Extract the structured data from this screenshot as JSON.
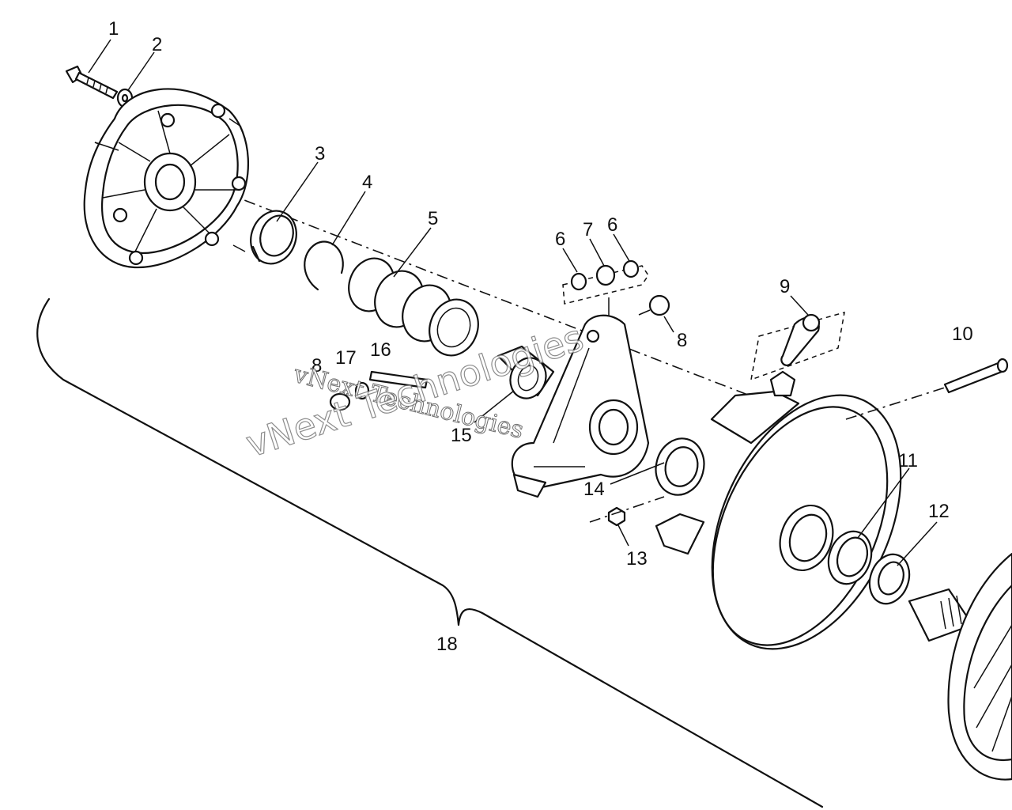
{
  "callouts": {
    "c1": "1",
    "c2": "2",
    "c3": "3",
    "c4": "4",
    "c5": "5",
    "c6a": "6",
    "c7": "7",
    "c6b": "6",
    "c8a": "8",
    "c9": "9",
    "c10": "10",
    "c11": "11",
    "c12": "12",
    "c13": "13",
    "c14": "14",
    "c15": "15",
    "c16": "16",
    "c17": "17",
    "c8b": "8",
    "c18": "18"
  },
  "watermark": {
    "line1": "vNext Technologies",
    "line2": "vNext Technologies"
  },
  "colors": {
    "ink": "#111111",
    "paper": "#ffffff"
  }
}
